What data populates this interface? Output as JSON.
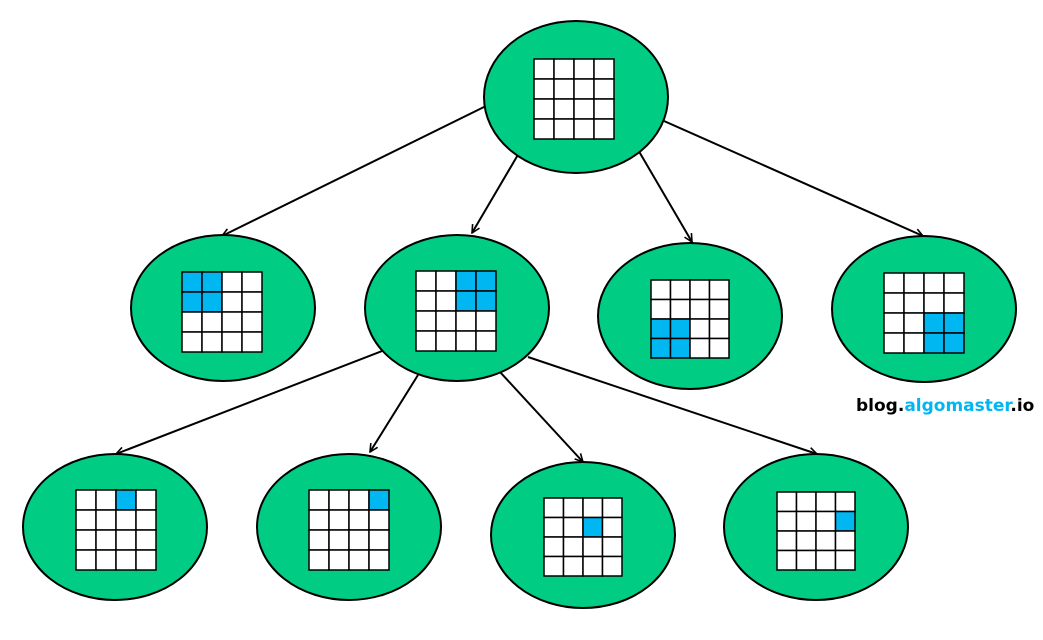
{
  "diagram": {
    "type": "quadtree",
    "colors": {
      "node_fill": "#00CC83",
      "node_stroke": "#000000",
      "cell_fill": "#FFFFFF",
      "cell_highlight": "#00B7F2",
      "edge": "#000000"
    },
    "nodes": [
      {
        "id": "root",
        "highlight": []
      },
      {
        "id": "L1-a",
        "highlight": [
          [
            0,
            0
          ],
          [
            0,
            1
          ],
          [
            1,
            0
          ],
          [
            1,
            1
          ]
        ]
      },
      {
        "id": "L1-b",
        "highlight": [
          [
            0,
            2
          ],
          [
            0,
            3
          ],
          [
            1,
            2
          ],
          [
            1,
            3
          ]
        ]
      },
      {
        "id": "L1-c",
        "highlight": [
          [
            2,
            0
          ],
          [
            2,
            1
          ],
          [
            3,
            0
          ],
          [
            3,
            1
          ]
        ]
      },
      {
        "id": "L1-d",
        "highlight": [
          [
            2,
            2
          ],
          [
            2,
            3
          ],
          [
            3,
            2
          ],
          [
            3,
            3
          ]
        ]
      },
      {
        "id": "L2-a",
        "highlight": [
          [
            0,
            2
          ]
        ]
      },
      {
        "id": "L2-b",
        "highlight": [
          [
            0,
            3
          ]
        ]
      },
      {
        "id": "L2-c",
        "highlight": [
          [
            1,
            2
          ]
        ]
      },
      {
        "id": "L2-d",
        "highlight": [
          [
            1,
            3
          ]
        ]
      }
    ],
    "edges": [
      [
        "root",
        "L1-a"
      ],
      [
        "root",
        "L1-b"
      ],
      [
        "root",
        "L1-c"
      ],
      [
        "root",
        "L1-d"
      ],
      [
        "L1-b",
        "L2-a"
      ],
      [
        "L1-b",
        "L2-b"
      ],
      [
        "L1-b",
        "L2-c"
      ],
      [
        "L1-b",
        "L2-d"
      ]
    ]
  },
  "watermark": {
    "prefix": "blog.",
    "brand": "algomaster",
    "suffix": ".io",
    "brand_color": "#00B7F2",
    "text_color": "#000000"
  }
}
